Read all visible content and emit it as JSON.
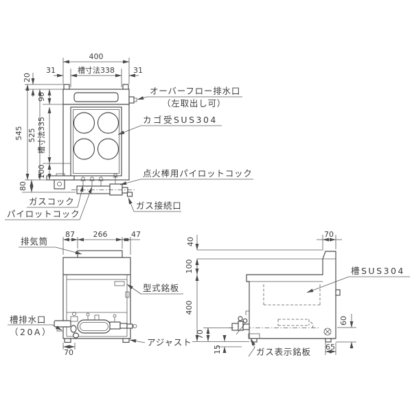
{
  "plan": {
    "dim_width": "400",
    "dim_rim_left": "31",
    "dim_tank_width": "槽寸法338",
    "dim_rim_right": "31",
    "dim_lug_height": "20",
    "dim_total_height": "545",
    "dim_body_height": "525",
    "dim_head_depth": "90",
    "dim_tank_depth": "槽寸法335",
    "dim_front_depth": "100",
    "dim_base_height": "80",
    "label_overflow_line1": "オーバーフロー排水口",
    "label_overflow_line2": "（左取出し可）",
    "label_basket_rest": "カゴ受SUS304",
    "label_ignition_pilot": "点火棒用パイロットコック",
    "label_gas_cock": "ガスコック",
    "label_pilot_cock": "パイロットコック",
    "label_gas_inlet": "ガス接続口"
  },
  "rear": {
    "dim_left_offset": "87",
    "dim_duct_width": "266",
    "dim_right_offset": "47",
    "dim_drain_offset": "70",
    "label_exhaust_duct": "排気筒",
    "label_model_plate": "型式銘板",
    "label_tank_drain_line1": "槽排水口",
    "label_tank_drain_line2": "（20A）",
    "label_adjuster": "アジャスト"
  },
  "side": {
    "dim_splash_depth": "70",
    "dim_cap_height": "40",
    "dim_splash_height": "100",
    "dim_body_height": "400",
    "dim_pipe_height": "70",
    "dim_plate_height": "15",
    "dim_inlet_height": "60",
    "dim_foot_inset": "65",
    "label_tank_material": "槽SUS304",
    "label_gas_plate": "ガス表示銘板"
  }
}
